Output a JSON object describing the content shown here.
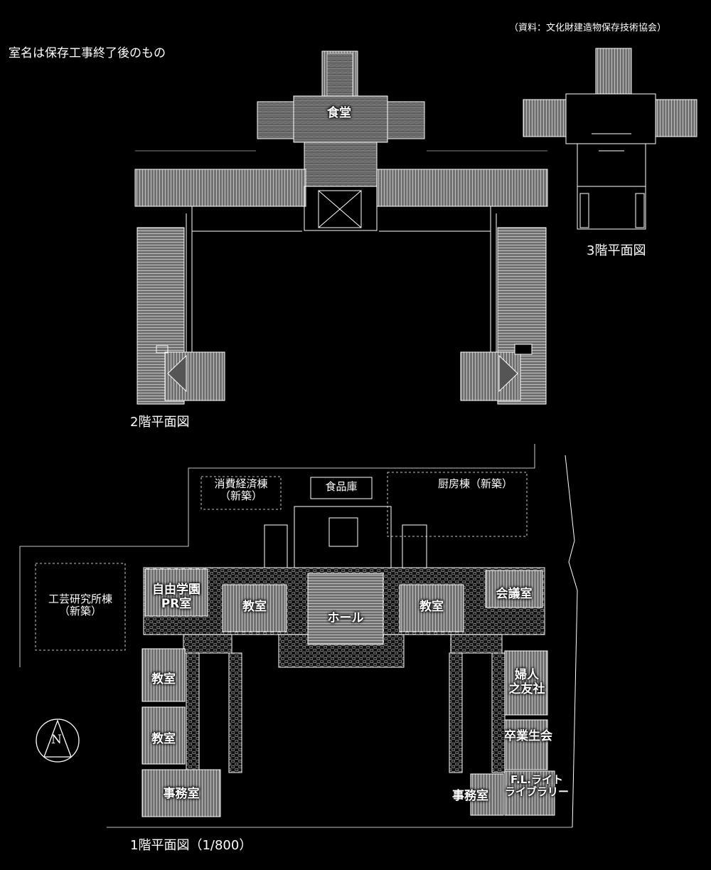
{
  "source": "（資料：文化財建造物保存技術協会）",
  "note": "室名は保存工事終了後のもの",
  "floor2": {
    "title": "2階平面図",
    "rooms": {
      "dining": "食堂"
    }
  },
  "floor3": {
    "title": "3階平面図"
  },
  "floor1": {
    "title": "1階平面図（1/800）",
    "new_buildings": {
      "consumer_line1": "消費経済棟",
      "consumer_line2": "（新築）",
      "food_storage": "食品庫",
      "kitchen": "厨房棟（新築）",
      "craft_line1": "工芸研究所棟",
      "craft_line2": "（新築）"
    },
    "rooms": {
      "pr_line1": "自由学園",
      "pr_line2": "PR室",
      "classroom_w": "教室",
      "hall": "ホール",
      "classroom_e": "教室",
      "conference": "会議室",
      "classroom_left_1": "教室",
      "classroom_left_2": "教室",
      "office_w": "事務室",
      "fujin_line1": "婦人",
      "fujin_line2": "之友社",
      "alumni": "卒業生会",
      "library_line1": "F.L.ライト",
      "library_line2": "ライブラリー",
      "office_e": "事務室"
    }
  },
  "compass": {
    "label": "N"
  },
  "colors": {
    "background": "#000000",
    "line": "#ffffff",
    "fill": "#7a7a7a",
    "fill_dark": "#5e5e5e"
  }
}
